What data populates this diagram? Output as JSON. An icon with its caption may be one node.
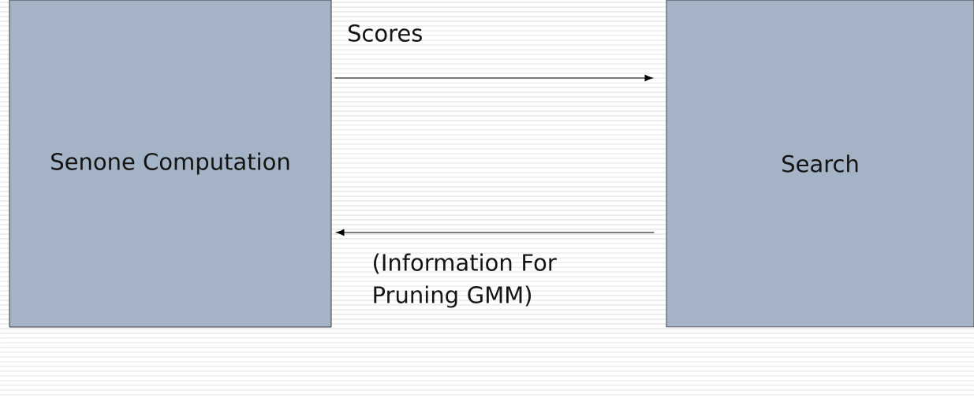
{
  "diagram": {
    "nodes": [
      {
        "text": [
          "Senone Computation"
        ]
      },
      {
        "text": [
          "Search"
        ]
      }
    ],
    "edges": [
      {
        "from": 0,
        "to": 1,
        "arrow": "to",
        "label": "Scores"
      },
      {
        "from": 1,
        "to": 0,
        "arrow": "to",
        "label": "(Information For Pruning GMM)"
      }
    ]
  }
}
